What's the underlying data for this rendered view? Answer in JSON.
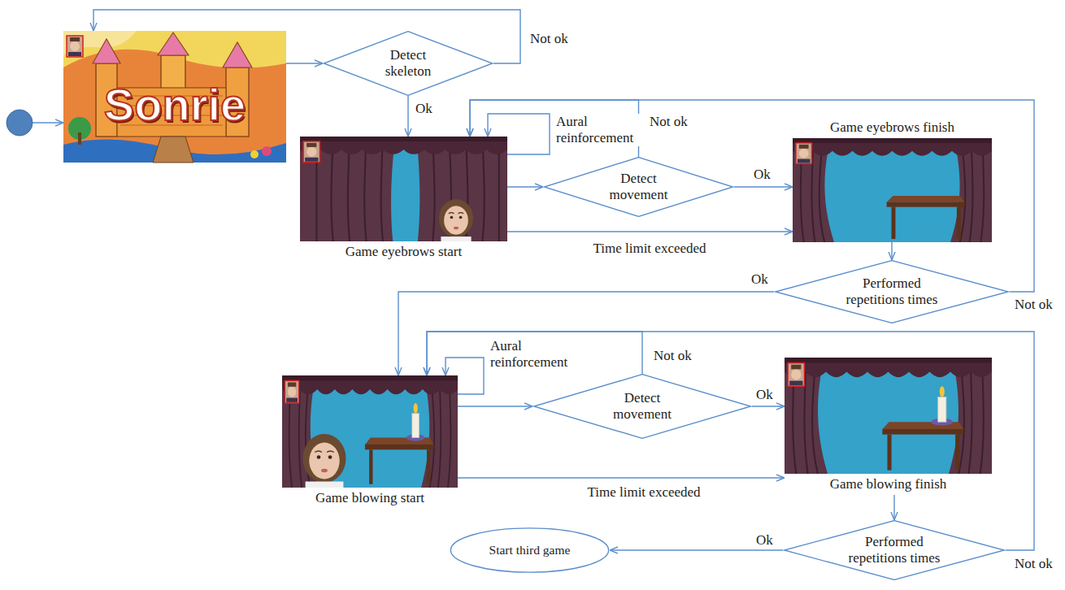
{
  "diagram": {
    "nodes": [
      {
        "text": [
          "Sonrie"
        ]
      },
      {
        "text": [
          "Detect skeleton"
        ]
      },
      {
        "text": [
          "Game eyebrows start"
        ]
      },
      {
        "text": [
          "Detect movement"
        ]
      },
      {
        "text": [
          "Game eyebrows finish"
        ]
      },
      {
        "text": [
          "Performed repetitions times"
        ]
      },
      {
        "text": [
          "Game blowing start"
        ]
      },
      {
        "text": [
          "Detect movement"
        ]
      },
      {
        "text": [
          "Game blowing finish"
        ]
      },
      {
        "text": [
          "Performed repetitions times"
        ]
      },
      {
        "text": [
          "Start third game"
        ]
      }
    ],
    "edges": [
      {
        "from": 0,
        "to": 1,
        "arrow": "to"
      },
      {
        "from": 1,
        "to": 0,
        "label": "Not ok",
        "arrow": "to"
      },
      {
        "from": 1,
        "to": 2,
        "label": "Ok",
        "arrow": "to"
      },
      {
        "from": 2,
        "to": 2,
        "label": "Aural reinforcement",
        "arrow": "to"
      },
      {
        "from": 2,
        "to": 3,
        "arrow": "to"
      },
      {
        "from": 3,
        "to": 2,
        "label": "Not ok",
        "arrow": "to"
      },
      {
        "from": 3,
        "to": 4,
        "label": "Ok",
        "arrow": "to"
      },
      {
        "from": 2,
        "to": 4,
        "label": "Time limit exceeded",
        "arrow": "to"
      },
      {
        "from": 4,
        "to": 5,
        "arrow": "to"
      },
      {
        "from": 5,
        "to": 6,
        "label": "Ok",
        "arrow": "to"
      },
      {
        "from": 5,
        "to": 2,
        "label": "Not ok",
        "arrow": "to"
      },
      {
        "from": 6,
        "to": 6,
        "label": "Aural reinforcement",
        "arrow": "to"
      },
      {
        "from": 6,
        "to": 7,
        "arrow": "to"
      },
      {
        "from": 7,
        "to": 6,
        "label": "Not ok",
        "arrow": "to"
      },
      {
        "from": 7,
        "to": 8,
        "label": "Ok",
        "arrow": "to"
      },
      {
        "from": 6,
        "to": 8,
        "label": "Time limit exceeded",
        "arrow": "to"
      },
      {
        "from": 8,
        "to": 9,
        "arrow": "to"
      },
      {
        "from": 9,
        "to": 10,
        "label": "Ok",
        "arrow": "to"
      },
      {
        "from": 9,
        "to": 6,
        "label": "Not ok",
        "arrow": "to"
      }
    ]
  }
}
